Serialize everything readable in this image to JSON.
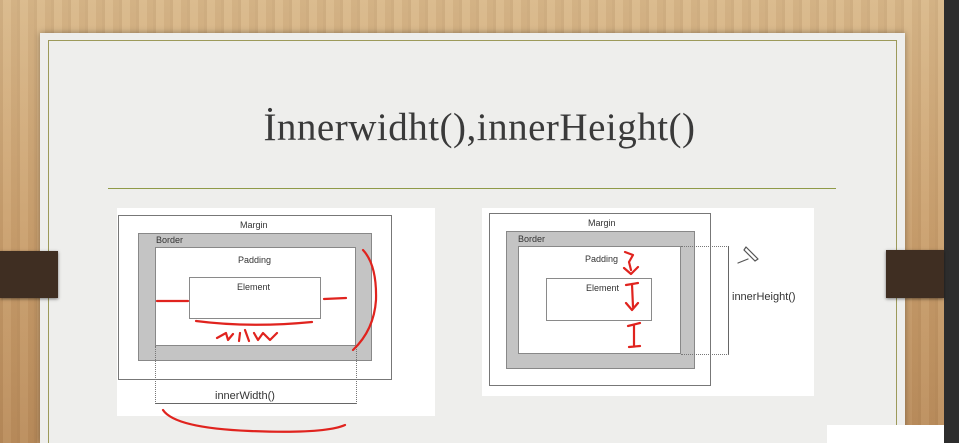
{
  "slide": {
    "title": "İnnerwidht(),innerHeight()"
  },
  "left_diagram": {
    "margin_label": "Margin",
    "border_label": "Border",
    "padding_label": "Padding",
    "element_label": "Element",
    "measure_label": "innerWidth()"
  },
  "right_diagram": {
    "margin_label": "Margin",
    "border_label": "Border",
    "padding_label": "Padding",
    "element_label": "Element",
    "measure_label": "innerHeight()"
  },
  "colors": {
    "ink": "#e0231e",
    "title_rule": "#8f9a48",
    "border_fill": "#c4c4c4"
  }
}
